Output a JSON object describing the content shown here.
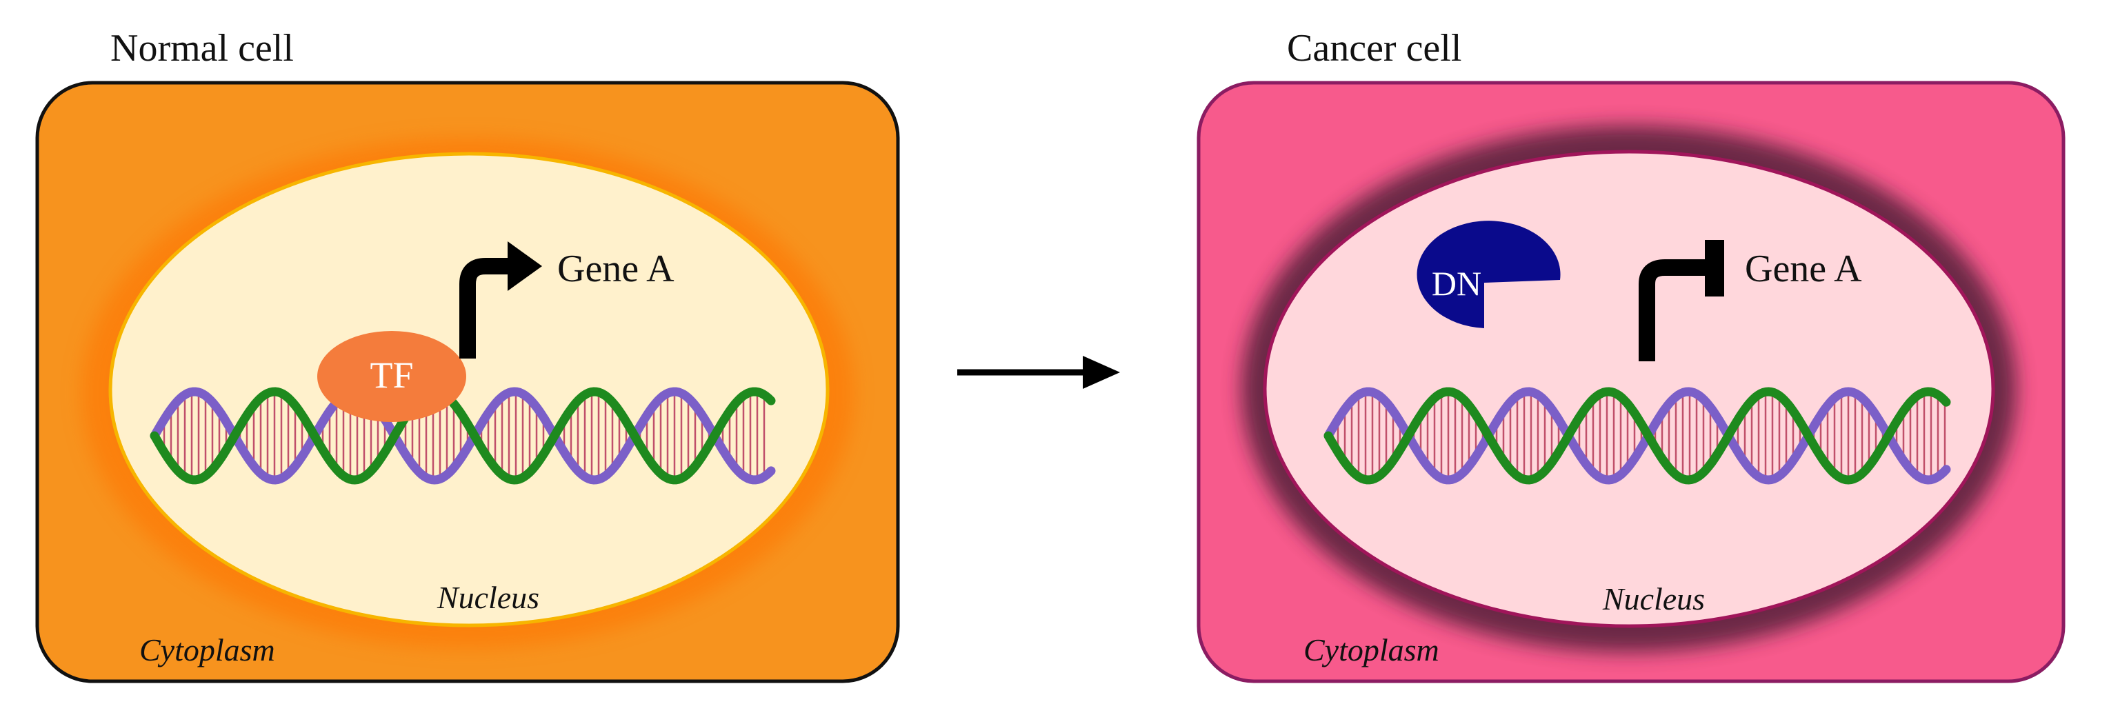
{
  "panels": {
    "normal": {
      "title": "Normal cell",
      "nucleus_label": "Nucleus",
      "cytoplasm_label": "Cytoplasm",
      "factor_label": "TF",
      "gene_label": "Gene A",
      "promoter_state": "active",
      "colors": {
        "cell_fill": "#f7931e",
        "cell_glow": "#ff7a00",
        "cell_border": "#111111",
        "nucleus_fill": "#fff1cc",
        "nucleus_border": "#f7b500",
        "factor_fill": "#f47c3c"
      }
    },
    "cancer": {
      "title": "Cancer cell",
      "nucleus_label": "Nucleus",
      "cytoplasm_label": "Cytoplasm",
      "factor_label": "DN",
      "gene_label": "Gene A",
      "promoter_state": "blocked",
      "colors": {
        "cell_fill": "#f75a8c",
        "cell_border": "#8b1c62",
        "nucleus_fill": "#ffd7dc",
        "nucleus_border": "#a0155a",
        "nucleus_shadow": "#5a2a45",
        "factor_fill": "#0a0a8c"
      }
    }
  },
  "dna_colors": {
    "strand_a": "#1e8a1e",
    "strand_b": "#7b5fc8",
    "base_pairs": "#c0506a"
  },
  "transition_icon": "right-arrow-icon"
}
